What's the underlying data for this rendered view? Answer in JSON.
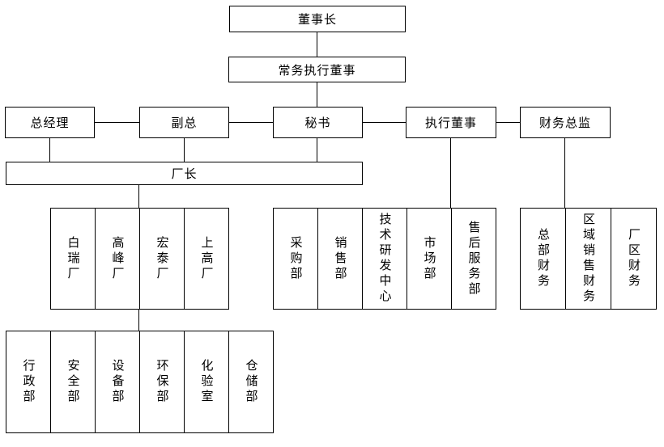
{
  "nodes": {
    "chairman": "董事长",
    "executive_managing_director": "常务执行董事",
    "general_manager": "总经理",
    "deputy_general_manager": "副总",
    "secretary": "秘书",
    "executive_director": "执行董事",
    "finance_director": "财务总监",
    "factory_director": "厂长"
  },
  "groups": {
    "factories": [
      "白瑞厂",
      "高峰厂",
      "宏泰厂",
      "上高厂"
    ],
    "business_departments": [
      "采购部",
      "销售部",
      "技术研发中心",
      "市场部",
      "售后服务部"
    ],
    "finance_departments": [
      "总部财务",
      "区域销售财务",
      "厂区财务"
    ],
    "factory_departments": [
      "行政部",
      "安全部",
      "设备部",
      "环保部",
      "化验室",
      "仓储部"
    ]
  },
  "colors": {
    "background": "#ffffff",
    "line": "#000000",
    "text": "#000000"
  }
}
